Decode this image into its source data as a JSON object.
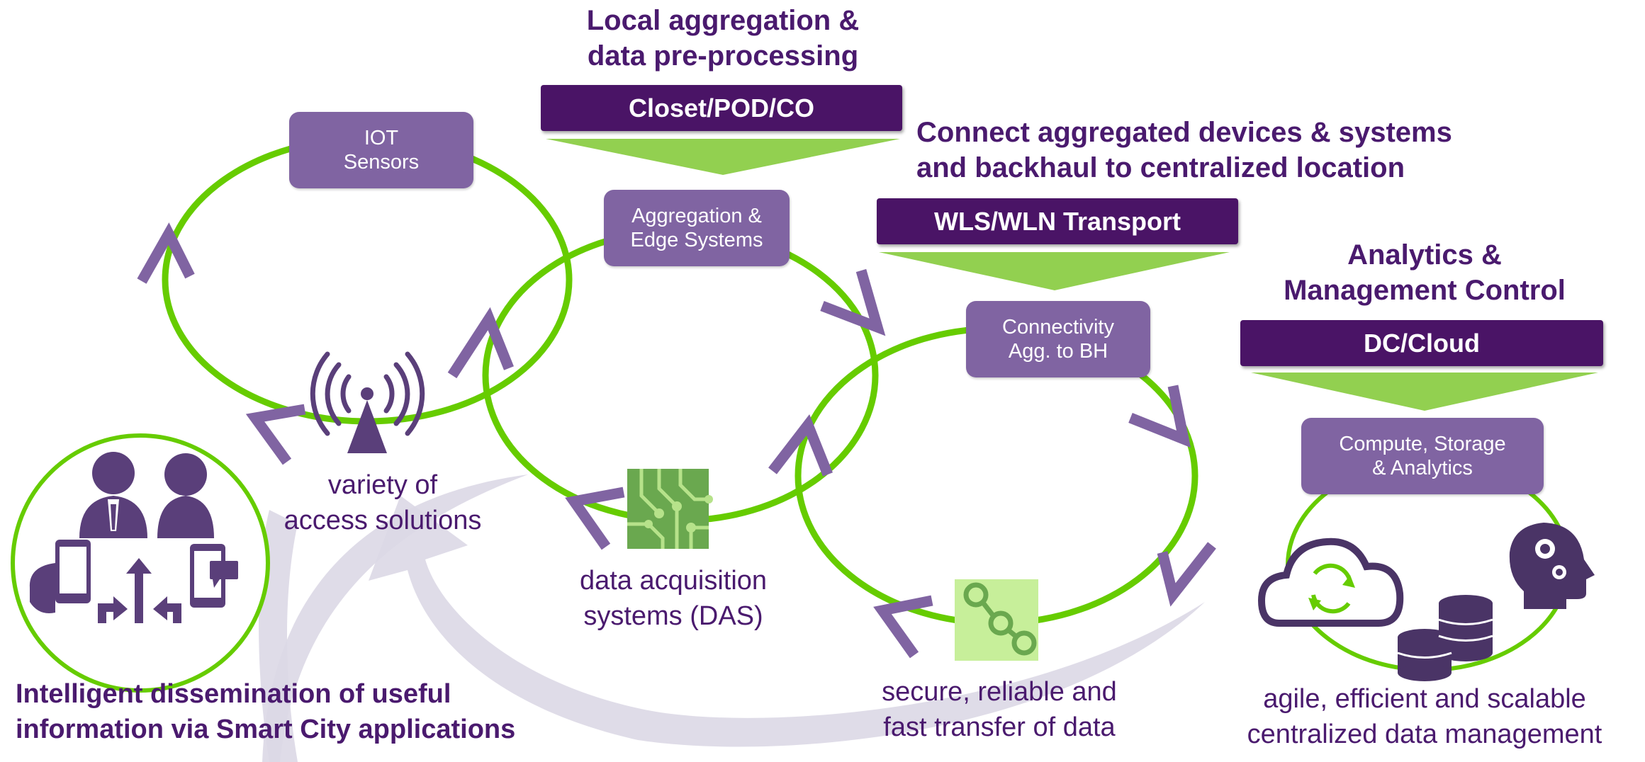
{
  "headings": {
    "local_aggregation": "Local aggregation &\ndata pre-processing",
    "connect_aggregated": "Connect aggregated devices & systems\nand backhaul to centralized location",
    "analytics_management": "Analytics &\nManagement Control"
  },
  "bars": {
    "closet": "Closet/POD/CO",
    "transport": "WLS/WLN Transport",
    "cloud": "DC/Cloud"
  },
  "nodes": {
    "iot_sensors": "IOT\nSensors",
    "aggregation_edge": "Aggregation &\nEdge Systems",
    "connectivity": "Connectivity\nAgg. to BH",
    "compute_storage": "Compute, Storage\n& Analytics"
  },
  "captions": {
    "access": "variety of\naccess solutions",
    "das": "data acquisition\nsystems (DAS)",
    "transfer": "secure, reliable and\nfast transfer of data",
    "centralized": "agile, efficient and scalable\ncentralized data management",
    "dissemination": "Intelligent dissemination of useful\ninformation via Smart City applications"
  },
  "colors": {
    "ring_green": "#66cc00",
    "arrow_purple": "#8064a2",
    "dark_purple": "#4a1466",
    "funnel_green": "#92d050",
    "sweep_lavender": "#dcd8e6"
  },
  "icons": {
    "people_phones": "people-with-phones-icon",
    "antenna": "antenna-tower-icon",
    "circuit": "circuit-board-icon",
    "network": "network-nodes-icon",
    "cloud_sync": "cloud-sync-icon",
    "database": "database-stack-icon",
    "head_gears": "head-gears-icon"
  }
}
